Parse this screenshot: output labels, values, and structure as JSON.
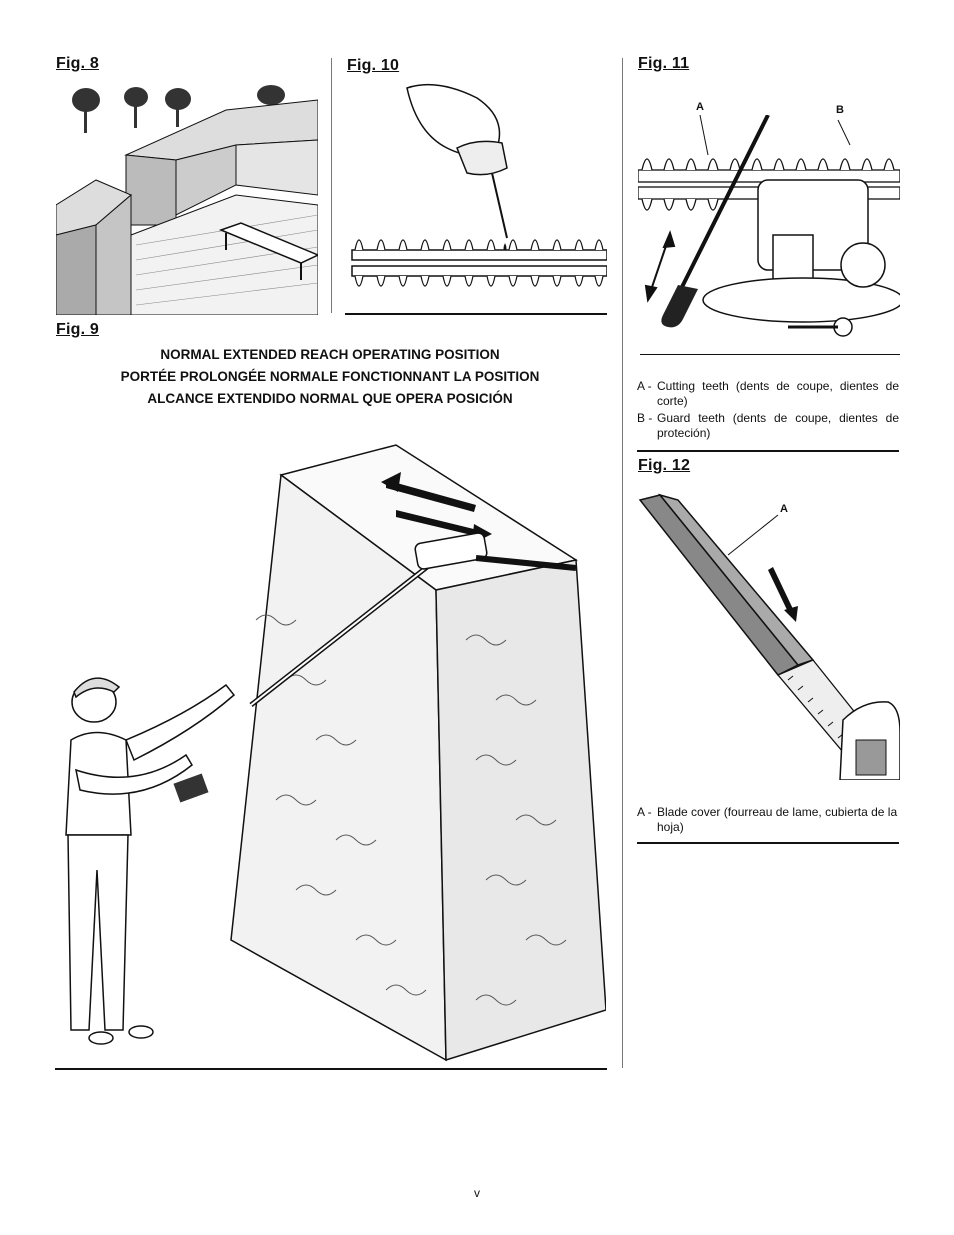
{
  "figures": {
    "fig8": {
      "label": "Fig. 8"
    },
    "fig9": {
      "label": "Fig. 9",
      "caption_lines": [
        "NORMAL EXTENDED REACH OPERATING POSITION",
        "PORTÉE PROLONGÉE NORMALE FONCTIONNANT LA POSITION",
        "ALCANCE EXTENDIDO NORMAL QUE OPERA POSICIÓN"
      ]
    },
    "fig10": {
      "label": "Fig. 10"
    },
    "fig11": {
      "label": "Fig. 11",
      "callouts": {
        "a": "A",
        "b": "B"
      },
      "legend": [
        {
          "key": "A -",
          "text": "Cutting teeth (dents de coupe, dientes de corte)"
        },
        {
          "key": "B -",
          "text": "Guard teeth (dents de coupe, dientes de proteción)"
        }
      ]
    },
    "fig12": {
      "label": "Fig. 12",
      "callouts": {
        "a": "A"
      },
      "legend": [
        {
          "key": "A -",
          "text": "Blade cover (fourreau de lame, cubierta de la hoja)"
        }
      ]
    }
  },
  "page_number": "v"
}
